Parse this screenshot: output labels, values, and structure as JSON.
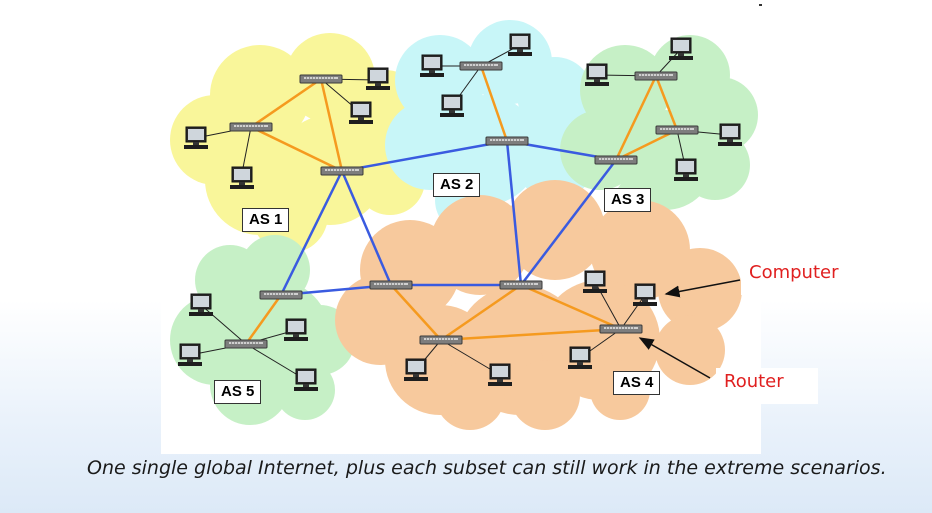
{
  "as_labels": {
    "as1": "AS 1",
    "as2": "AS 2",
    "as3": "AS 3",
    "as4": "AS 4",
    "as5": "AS 5"
  },
  "annotations": {
    "computer": "Computer",
    "router": "Router"
  },
  "caption": "One single global Internet, plus each subset can still work in the extreme scenarios.",
  "colors": {
    "as1_cloud": "#f9f69a",
    "as2_cloud": "#c8f6f8",
    "as3_cloud": "#c6f0c6",
    "as4_cloud": "#f7c99d",
    "as5_cloud": "#c6f0c6",
    "intra_link": "#f59a1f",
    "inter_link": "#3a5be0",
    "annotation_text": "#e02020"
  }
}
